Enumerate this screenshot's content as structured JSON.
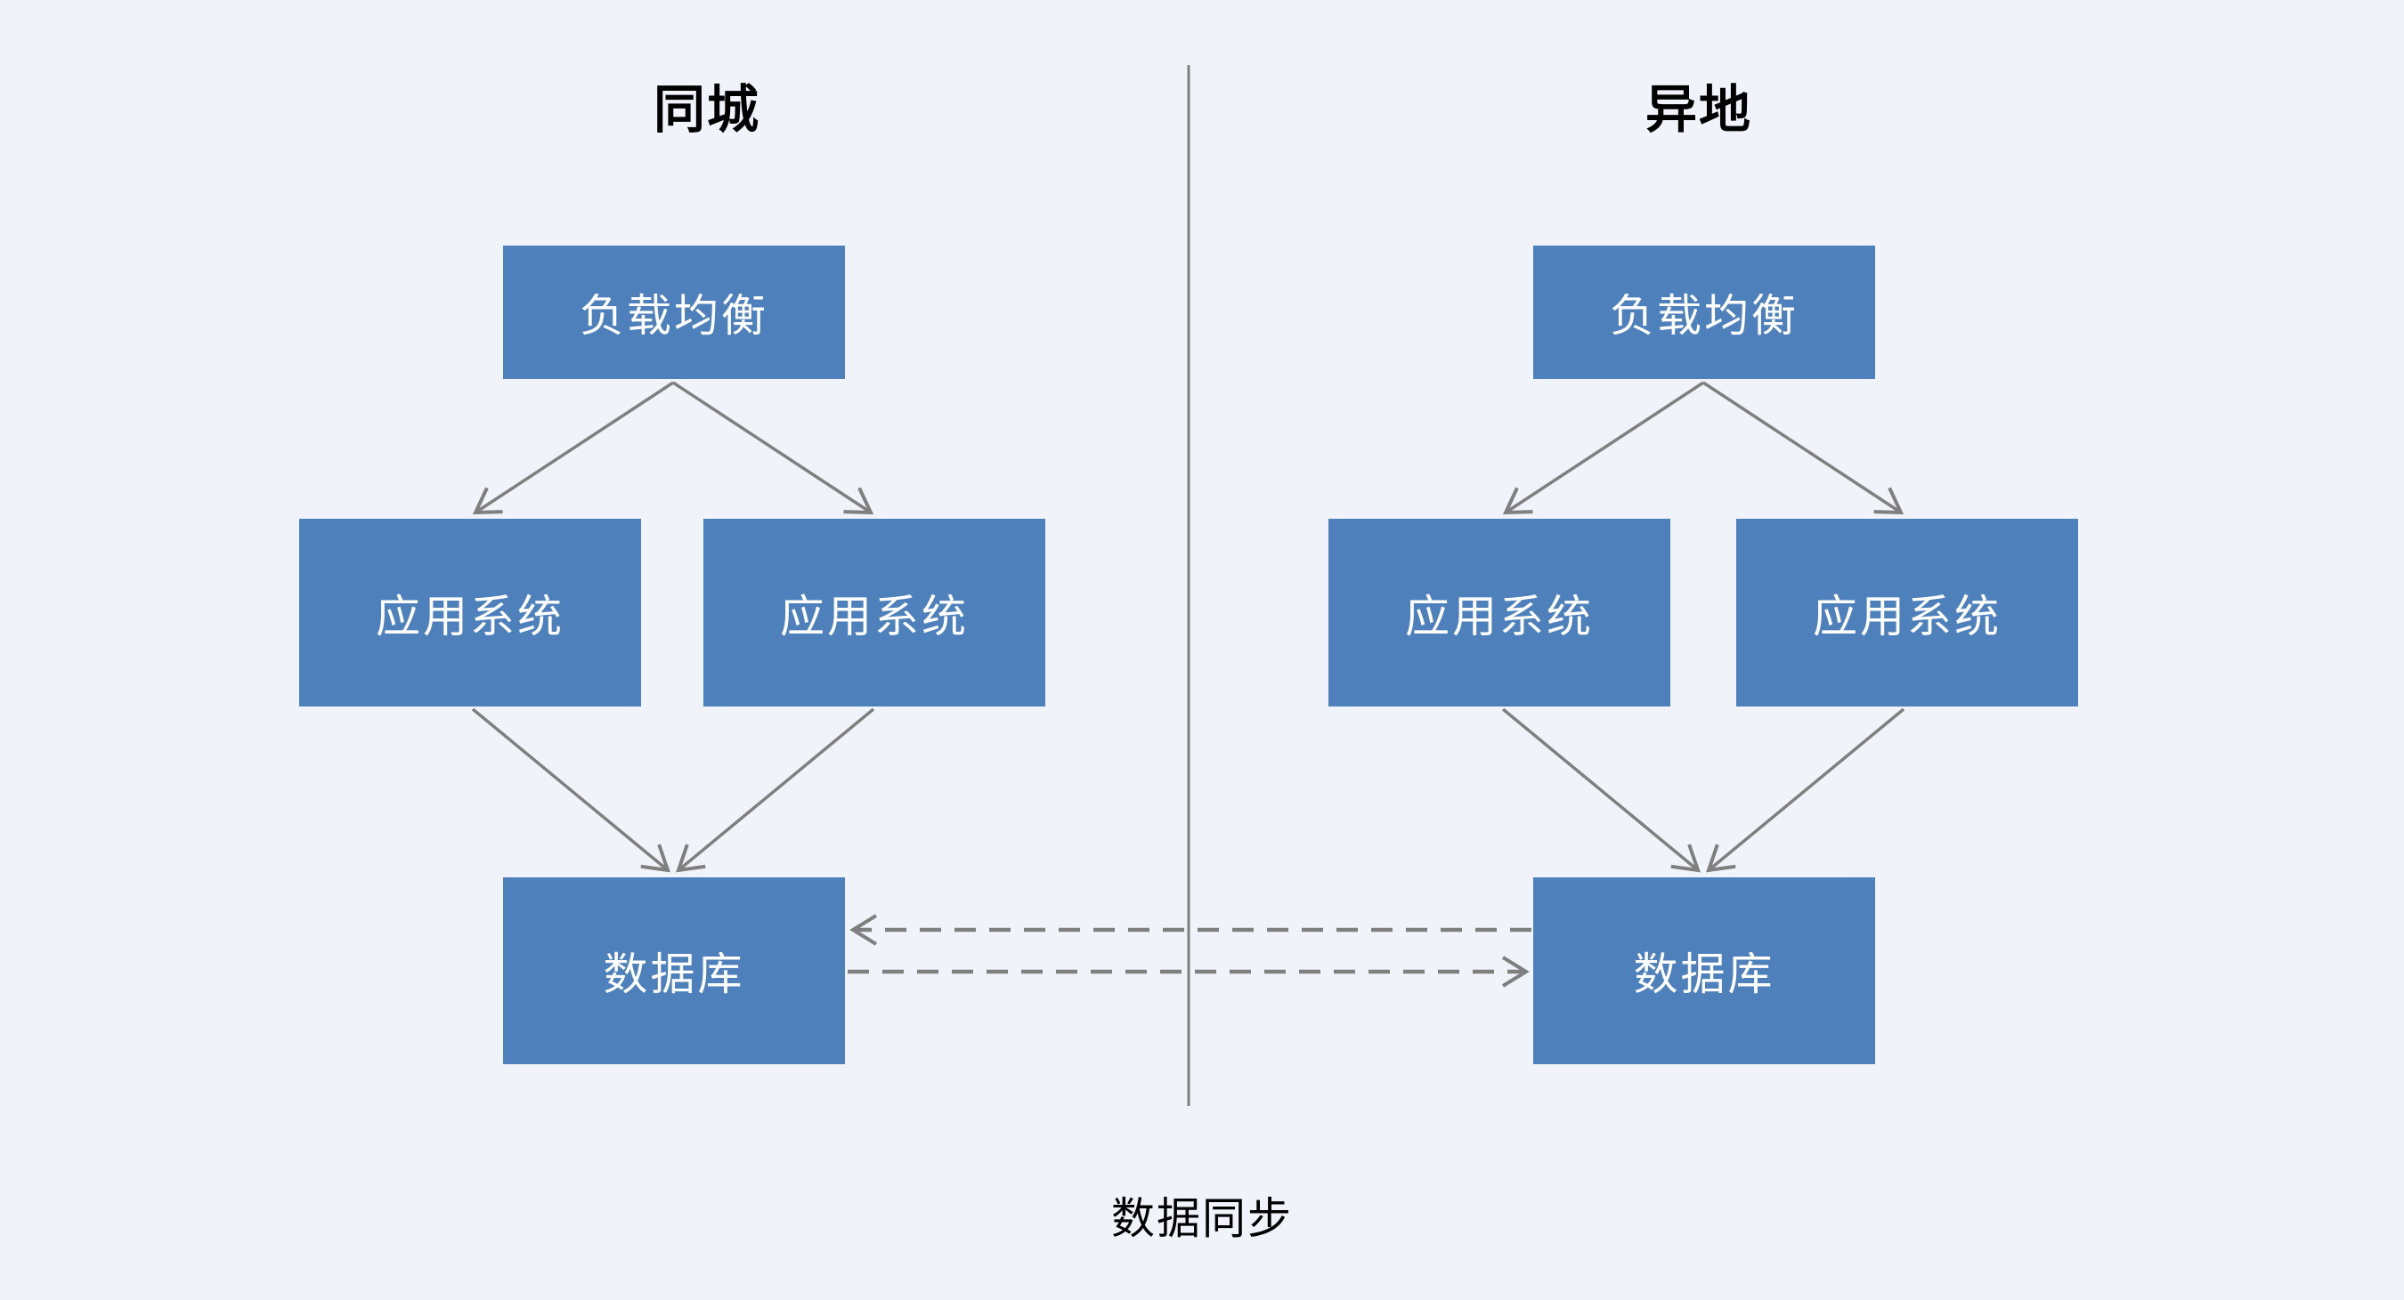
{
  "diagram": {
    "zones": {
      "left": {
        "title": "同城"
      },
      "right": {
        "title": "异地"
      }
    },
    "nodes": {
      "left_lb": {
        "label": "负载均衡"
      },
      "left_app1": {
        "label": "应用系统"
      },
      "left_app2": {
        "label": "应用系统"
      },
      "left_db": {
        "label": "数据库"
      },
      "right_lb": {
        "label": "负载均衡"
      },
      "right_app1": {
        "label": "应用系统"
      },
      "right_app2": {
        "label": "应用系统"
      },
      "right_db": {
        "label": "数据库"
      }
    },
    "sync_label": "数据同步",
    "colors": {
      "background": "#F0F4FA",
      "node_fill": "#4E80BC",
      "node_text": "#FFFFFF",
      "arrow": "#7F7F7F",
      "divider": "#000000",
      "title_text": "#000000"
    }
  }
}
